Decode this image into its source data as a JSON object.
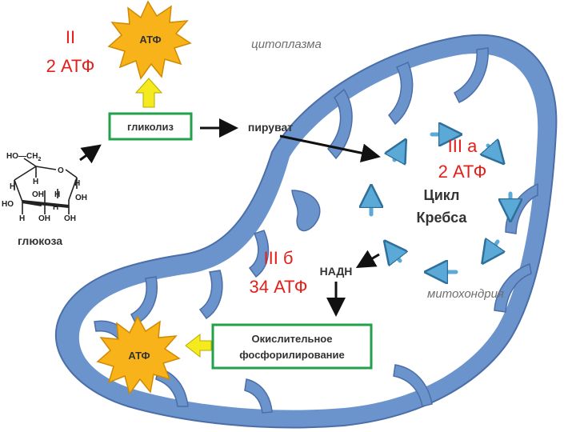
{
  "labels": {
    "stage_2_title": "II",
    "stage_2_atp": "2 АТФ",
    "atp_top": "АТФ",
    "cytoplasm": "цитоплазма",
    "glycolysis": "гликолиз",
    "pyruvate": "пируват",
    "glucose": "глюкоза",
    "stage_3a_title": "III а",
    "stage_3a_atp": "2 АТФ",
    "krebs_line1": "Цикл",
    "krebs_line2": "Кребса",
    "stage_3b_title": "III б",
    "stage_3b_atp": "34 АТФ",
    "nadh": "НАДН",
    "mitochondrion": "митохондрия",
    "oxphos_line1": "Окислительное",
    "oxphos_line2": "фосфорилирование",
    "atp_bottom": "АТФ"
  },
  "glucose_atoms": {
    "ho_ch2": "HO—CH",
    "sub2": "2",
    "o": "O",
    "h": "H",
    "oh": "OH",
    "ho": "HO"
  },
  "colors": {
    "membrane": "#6b93cc",
    "membrane_edge": "#4b6ea8",
    "matrix": "#ffffff",
    "box_border": "#22a04a",
    "star_fill": "#f9b31a",
    "star_edge": "#d18a00",
    "up_arrow": "#f5ea1e",
    "cycle_arrow": "#5aa9d6",
    "stage_text": "#e3201b"
  }
}
